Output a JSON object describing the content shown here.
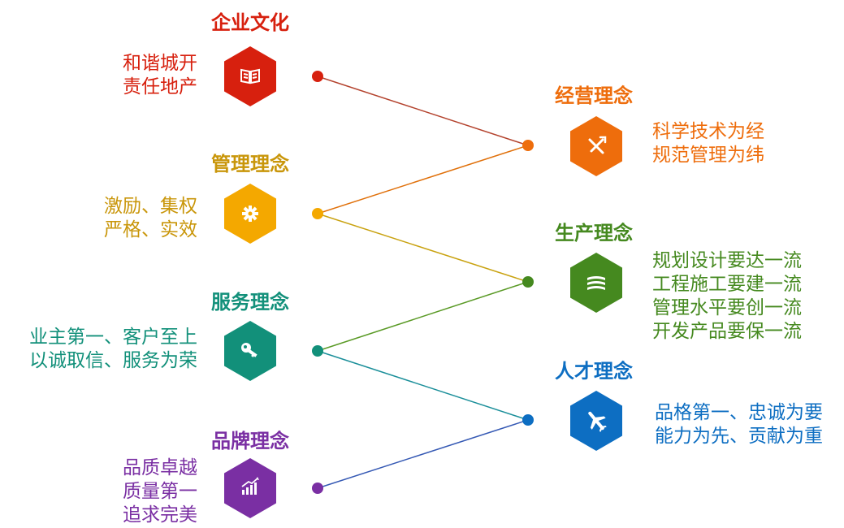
{
  "colors": {
    "red": "#d7200e",
    "amber": "#f4a800",
    "teal": "#12907a",
    "purple": "#7a2fa3",
    "orange": "#ee6d0c",
    "green": "#45891f",
    "blue": "#0d6ec2"
  },
  "left": [
    {
      "id": "culture",
      "title": "企业文化",
      "lines": [
        "和谐城开",
        "责任地产"
      ],
      "color": "red",
      "icon": "book-icon"
    },
    {
      "id": "management",
      "title": "管理理念",
      "lines": [
        "激励、集权",
        "严格、实效"
      ],
      "color": "amber",
      "icon": "gear-icon"
    },
    {
      "id": "service",
      "title": "服务理念",
      "lines": [
        "业主第一、客户至上",
        "以诚取信、服务为荣"
      ],
      "color": "teal",
      "icon": "key-icon"
    },
    {
      "id": "brand",
      "title": "品牌理念",
      "lines": [
        "品质卓越",
        "质量第一",
        "追求完美"
      ],
      "color": "purple",
      "icon": "chart-icon"
    }
  ],
  "right": [
    {
      "id": "operation",
      "title": "经营理念",
      "lines": [
        "科学技术为经",
        "规范管理为纬"
      ],
      "color": "orange",
      "icon": "tools-icon"
    },
    {
      "id": "production",
      "title": "生产理念",
      "lines": [
        "规划设计要达一流",
        "工程施工要建一流",
        "管理水平要创一流",
        "开发产品要保一流"
      ],
      "color": "green",
      "icon": "layers-icon"
    },
    {
      "id": "talent",
      "title": "人才理念",
      "lines": [
        "品格第一、忠诚为要",
        "能力为先、贡献为重"
      ],
      "color": "blue",
      "icon": "plane-icon"
    }
  ]
}
